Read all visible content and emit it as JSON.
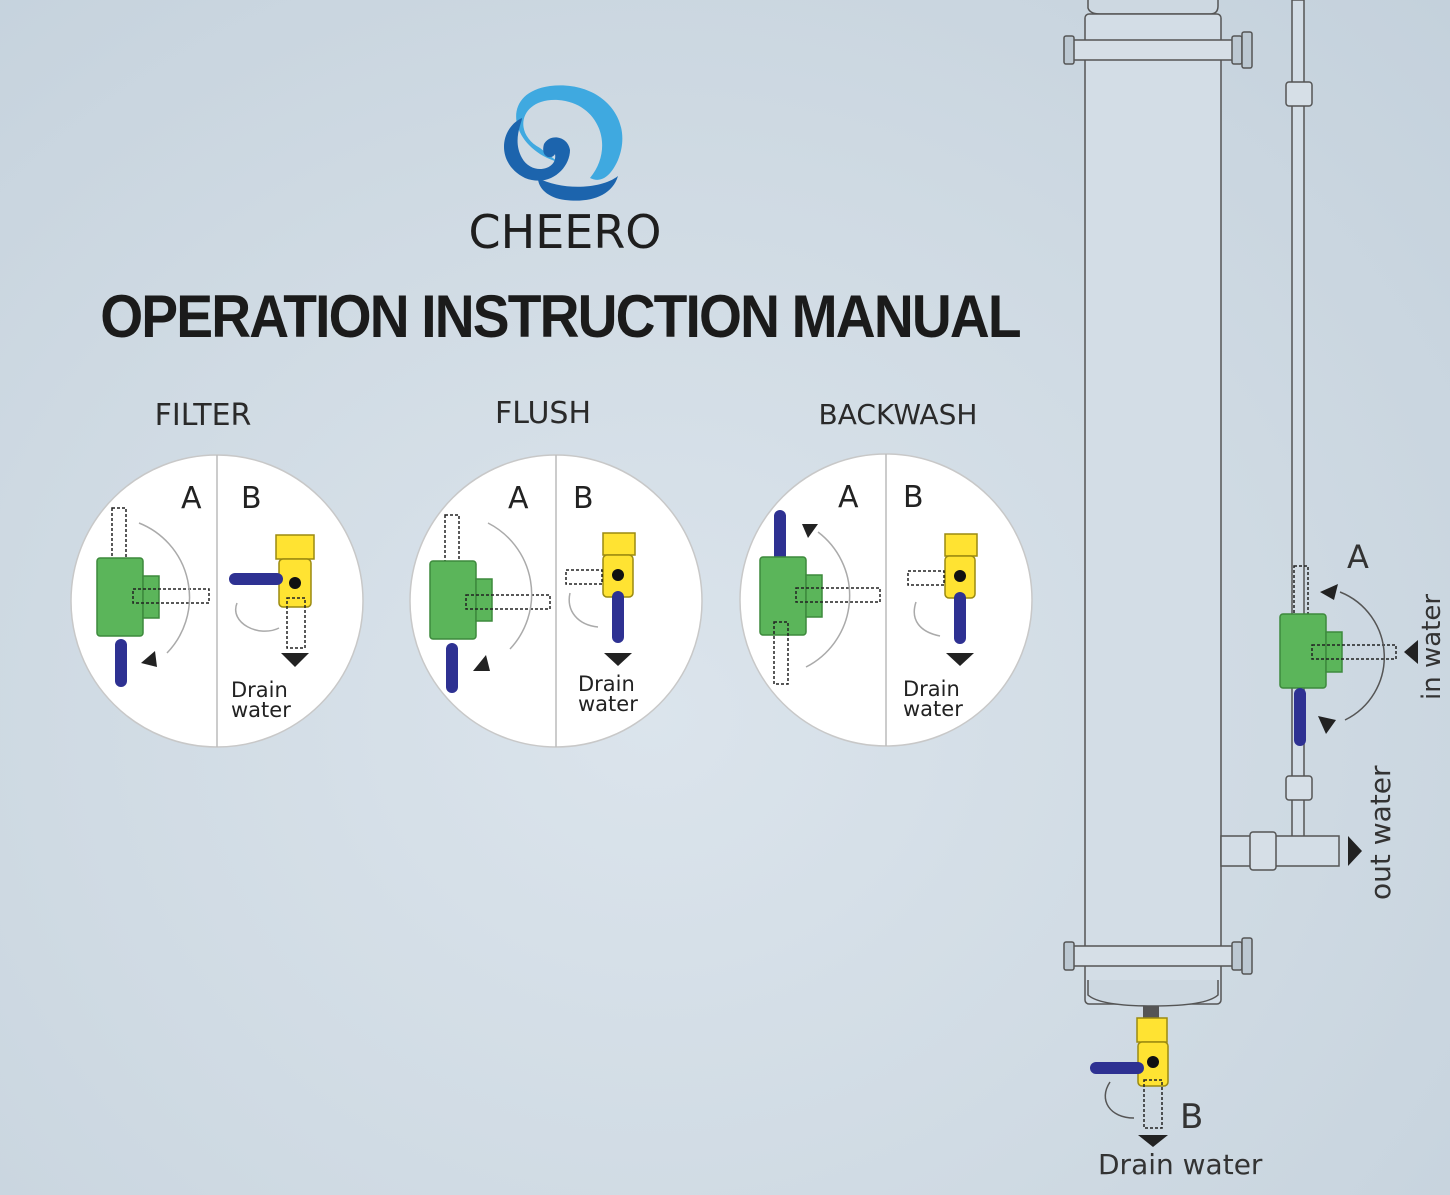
{
  "brand": {
    "name": "CHEERO"
  },
  "title": "OPERATION INSTRUCTION MANUAL",
  "modes": [
    {
      "label": "FILTER",
      "valve_a": "A",
      "valve_b": "B",
      "drain_line1": "Drain",
      "drain_line2": "water"
    },
    {
      "label": "FLUSH",
      "valve_a": "A",
      "valve_b": "B",
      "drain_line1": "Drain",
      "drain_line2": "water"
    },
    {
      "label": "BACKWASH",
      "valve_a": "A",
      "valve_b": "B",
      "drain_line1": "Drain",
      "drain_line2": "water"
    }
  ],
  "system": {
    "valve_a": "A",
    "valve_b": "B",
    "in_water": "in water",
    "out_water": "out water",
    "drain_water": "Drain water"
  },
  "colors": {
    "valve_green": "#5bb55a",
    "valve_yellow": "#ffe332",
    "handle_blue": "#2e3192",
    "logo_light": "#3fa9e0",
    "logo_dark": "#1c64ad"
  }
}
